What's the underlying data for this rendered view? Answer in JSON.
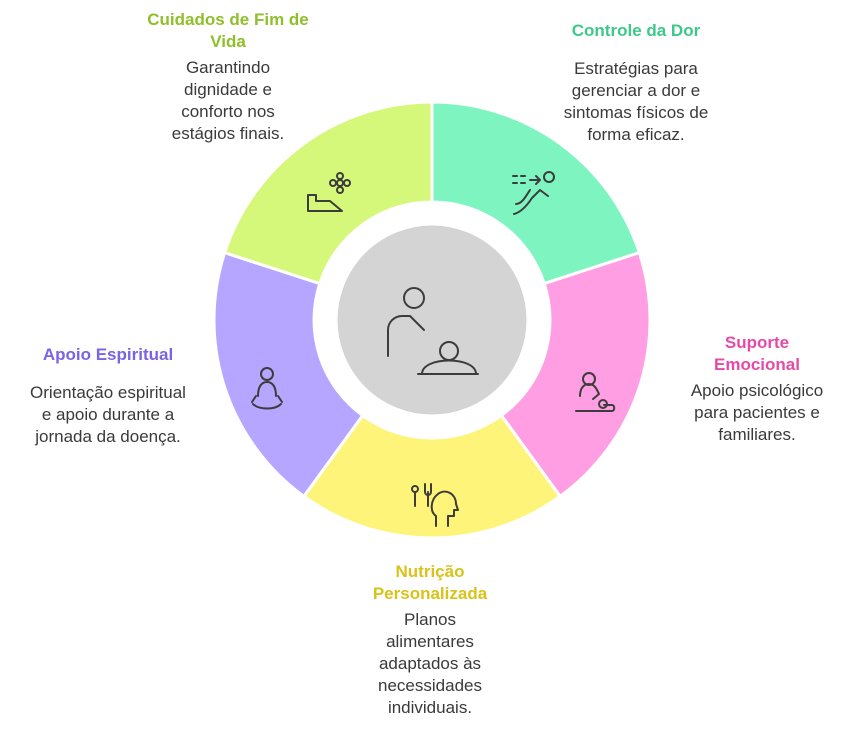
{
  "segments": [
    {
      "id": "pain",
      "title": "Controle da Dor",
      "description": "Estratégias para gerenciar a dor e sintomas físicos de forma eficaz.",
      "color": "#7ef5c1",
      "title_color": "#3cc98a",
      "icon": "pain-relief-icon"
    },
    {
      "id": "emotional",
      "title": "Suporte Emocional",
      "description": "Apoio psicológico para pacientes e familiares.",
      "color": "#ff9ee3",
      "title_color": "#e64aa8",
      "icon": "emotional-support-icon"
    },
    {
      "id": "nutrition",
      "title": "Nutrição Personalizada",
      "description": "Planos alimentares adaptados às necessidades individuais.",
      "color": "#fff47a",
      "title_color": "#d9c21a",
      "icon": "nutrition-icon"
    },
    {
      "id": "spiritual",
      "title": "Apoio Espiritual",
      "description": "Orientação espiritual e apoio durante a jornada da doença.",
      "color": "#b7a6ff",
      "title_color": "#7b63e6",
      "icon": "meditation-icon"
    },
    {
      "id": "endoflife",
      "title": "Cuidados de Fim de Vida",
      "description": "Garantindo dignidade e conforto nos estágios finais.",
      "color": "#d5f77a",
      "title_color": "#8fbf2a",
      "icon": "flower-bed-icon"
    }
  ],
  "center": {
    "color": "#d4d4d4",
    "icon": "caregiver-icon"
  }
}
